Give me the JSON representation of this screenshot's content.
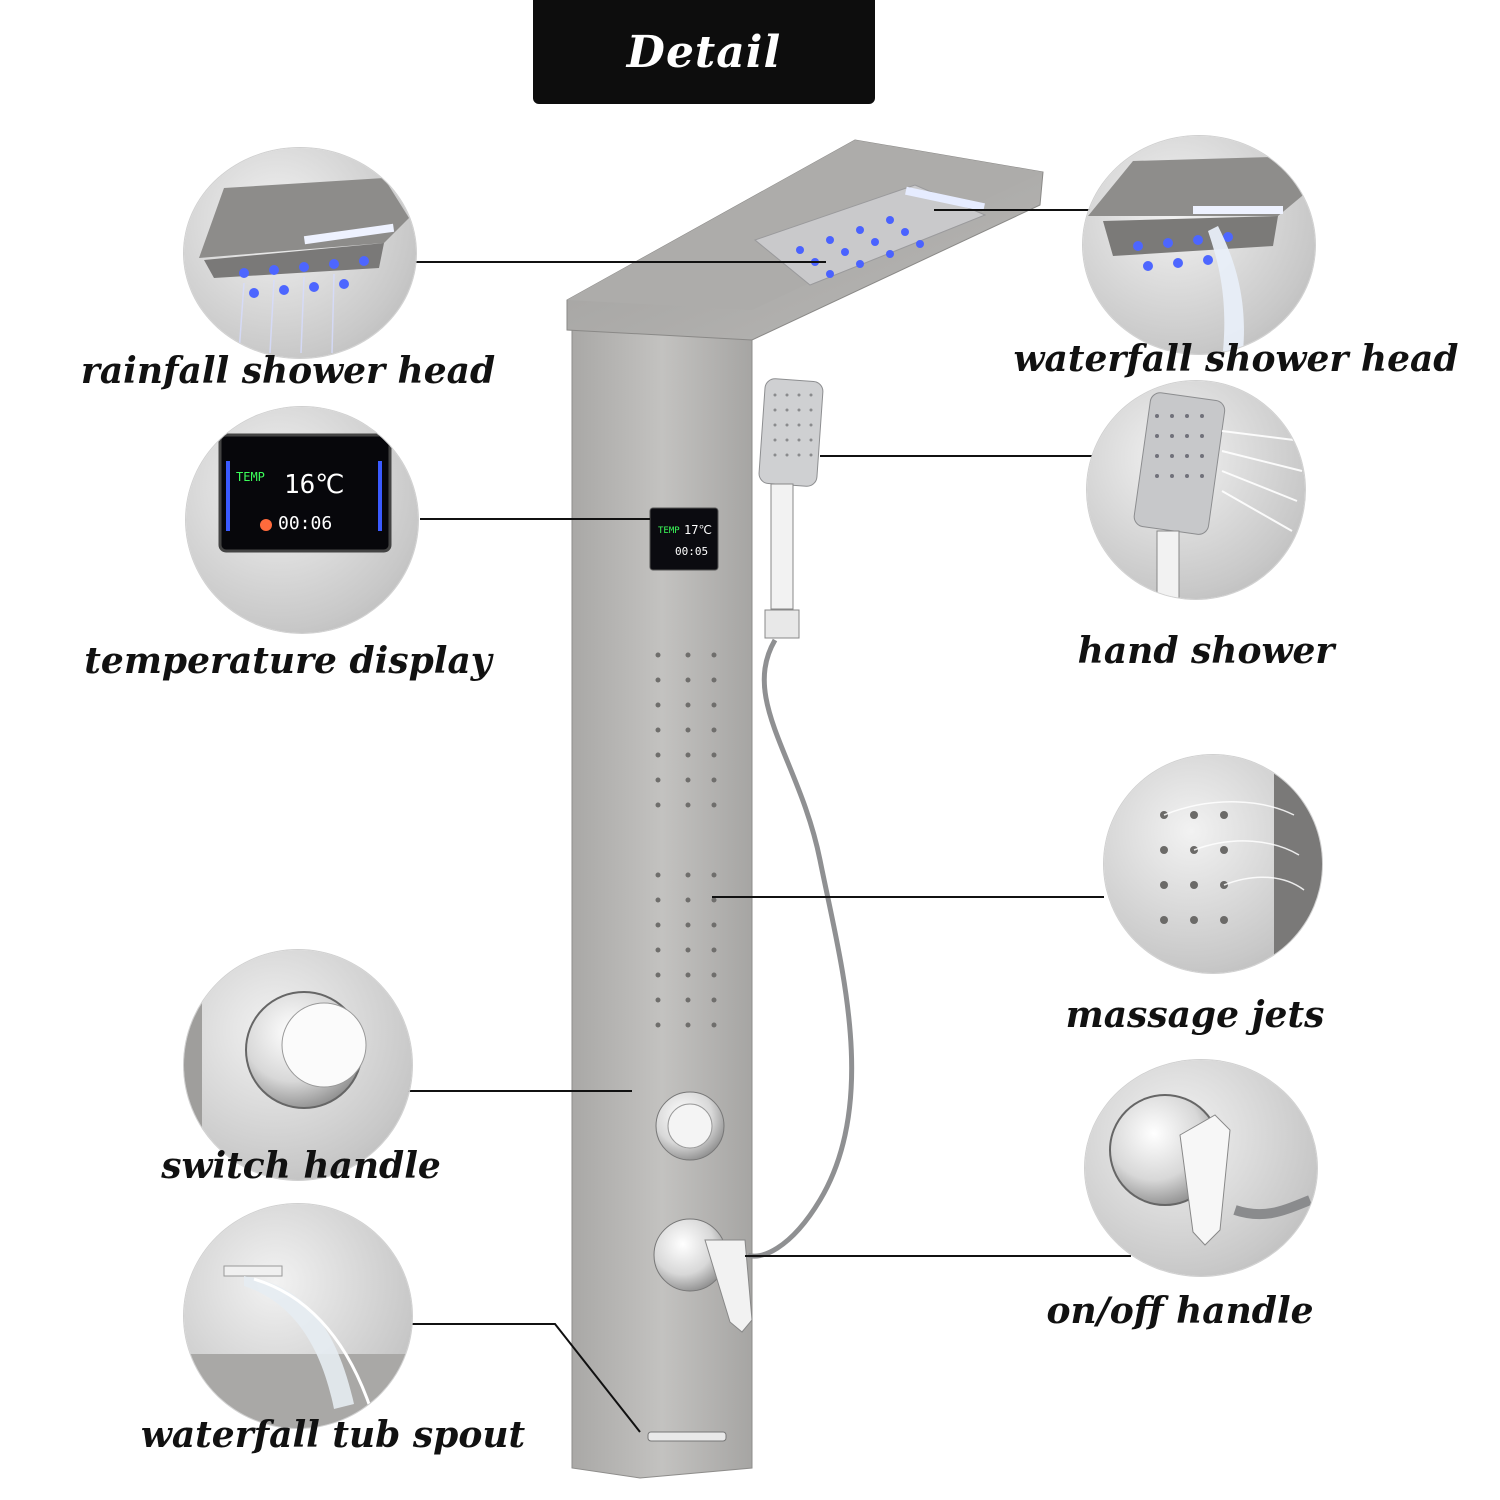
{
  "header": {
    "title": "Detail"
  },
  "callouts": {
    "rainfall": "rainfall shower head",
    "temperature": "temperature display",
    "switch": "switch handle",
    "tub_spout": "waterfall tub spout",
    "waterfall": "waterfall shower head",
    "hand_shower": "hand shower",
    "massage": "massage jets",
    "onoff": "on/off handle"
  },
  "display": {
    "temp_label": "TEMP",
    "temp_large": "16℃",
    "time_large": "00:06",
    "temp_small": "17℃",
    "time_small": "00:05"
  },
  "colors": {
    "title_bg": "#0d0d0d",
    "panel_steel": "#b7b6b4",
    "led_blue": "#3b5bff",
    "display_green": "#3cff5a"
  }
}
